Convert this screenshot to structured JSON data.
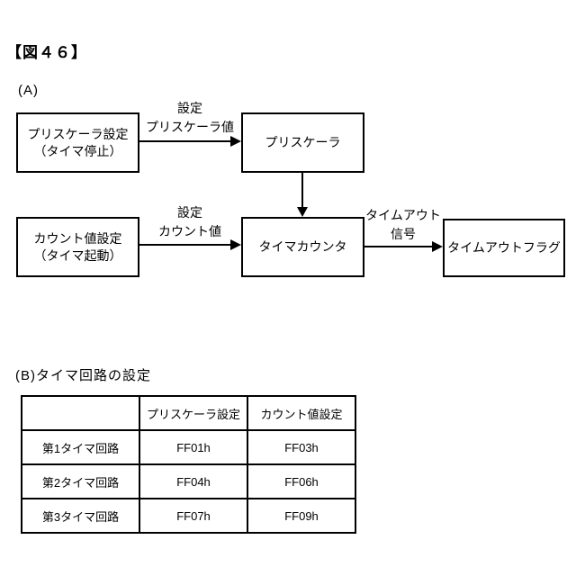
{
  "figure": {
    "title": "【図４６】",
    "section_a": {
      "label": "(A)",
      "boxes": {
        "prescaler_setting": {
          "line1": "プリスケーラ設定",
          "line2": "（タイマ停止）"
        },
        "prescaler": {
          "label": "プリスケーラ"
        },
        "count_setting": {
          "line1": "カウント値設定",
          "line2": "（タイマ起動）"
        },
        "timer_counter": {
          "label": "タイマカウンタ"
        },
        "timeout_flag": {
          "label": "タイムアウトフラグ"
        }
      },
      "arrow_labels": {
        "set_prescaler": {
          "line1": "設定",
          "line2": "プリスケーラ値"
        },
        "set_count": {
          "line1": "設定",
          "line2": "カウント値"
        },
        "timeout_signal": {
          "line1": "タイムアウト",
          "line2": "信号"
        }
      }
    },
    "section_b": {
      "label": "(B)タイマ回路の設定",
      "table": {
        "headers": [
          "",
          "プリスケーラ設定",
          "カウント値設定"
        ],
        "rows": [
          [
            "第1タイマ回路",
            "FF01h",
            "FF03h"
          ],
          [
            "第2タイマ回路",
            "FF04h",
            "FF06h"
          ],
          [
            "第3タイマ回路",
            "FF07h",
            "FF09h"
          ]
        ]
      }
    }
  },
  "colors": {
    "line": "#000000",
    "background": "#ffffff"
  }
}
